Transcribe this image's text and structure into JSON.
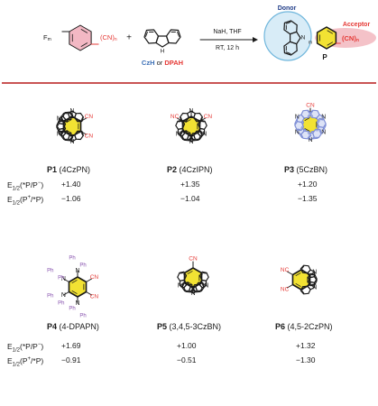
{
  "scheme": {
    "reagent_f": "F",
    "reagent_f_sub": "m",
    "reagent_cn": "(CN)",
    "reagent_cn_sub": "n",
    "plus": "+",
    "nh_label": "H",
    "n_label": "N",
    "donor_names": {
      "czh": "CzH",
      "or": " or ",
      "dpah": "DPAH"
    },
    "conditions_top": "NaH, THF",
    "conditions_bottom": "RT, 12 h",
    "donor_label": "Donor",
    "acceptor_label": "Acceptor",
    "product_m": "m",
    "product_cn": "(CN)",
    "product_cn_sub": "n",
    "product_label": "P"
  },
  "colors": {
    "divider": "#b71c1c",
    "donor": "#7f8fd6",
    "donor_fill": "#dde3f7",
    "donor_cloud": "#d8ecf7",
    "acceptor": "#e53935",
    "acceptor_core": "#f2e233",
    "reagent_ring": "#f3b8c4",
    "dpah": "#e53935",
    "ph_text": "#8a56b0",
    "cn": "#e53935"
  },
  "labels": {
    "cn": "CN",
    "nc": "NC",
    "n": "N",
    "ph": "Ph"
  },
  "row_labels": {
    "e_red_prefix": "E",
    "e_red_sub": "1/2",
    "e_red_suffix": "(*P/P",
    "e_red_sup": "−",
    "e_red_close": ")",
    "e_ox_prefix": "E",
    "e_ox_sub": "1/2",
    "e_ox_suffix": "(P",
    "e_ox_sup": "+",
    "e_ox_close": "/*P)"
  },
  "compounds": [
    {
      "id": "P1",
      "name": "(4CzPN)",
      "e_red": "+1.40",
      "e_ox": "−1.06"
    },
    {
      "id": "P2",
      "name": "(4CzIPN)",
      "e_red": "+1.35",
      "e_ox": "−1.04"
    },
    {
      "id": "P3",
      "name": "(5CzBN)",
      "e_red": "+1.20",
      "e_ox": "−1.35"
    },
    {
      "id": "P4",
      "name": "(4-DPAPN)",
      "e_red": "+1.69",
      "e_ox": "−0.91"
    },
    {
      "id": "P5",
      "name": "(3,4,5-3CzBN)",
      "e_red": "+1.00",
      "e_ox": "−0.51"
    },
    {
      "id": "P6",
      "name": "(4,5-2CzPN)",
      "e_red": "+1.32",
      "e_ox": "−1.30"
    }
  ]
}
